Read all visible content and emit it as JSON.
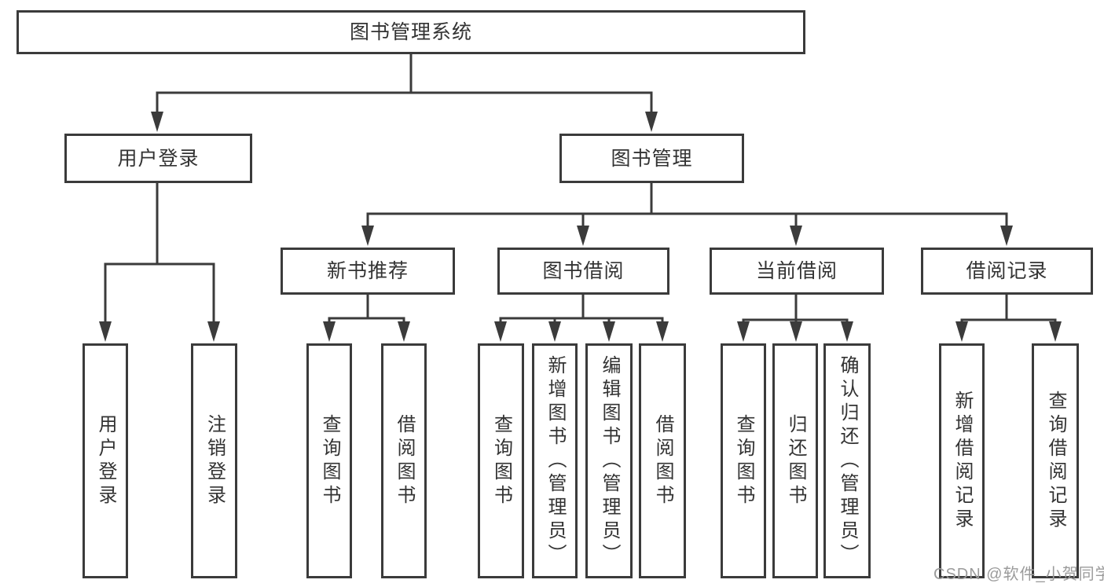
{
  "nodes": {
    "root": "图书管理系统",
    "user_login": "用户登录",
    "book_management": "图书管理",
    "new_book_recommend": "新书推荐",
    "book_borrow": "图书借阅",
    "current_borrow": "当前借阅",
    "borrow_records": "借阅记录",
    "leaf_user_login": "用户登录",
    "leaf_logout": "注销登录",
    "leaf_query_book_rec": "查询图书",
    "leaf_borrow_book_rec": "借阅图书",
    "leaf_query_book_borrow": "查询图书",
    "leaf_add_book_admin": "新增图书（管理员）",
    "leaf_edit_book_admin": "编辑图书（管理员）",
    "leaf_borrow_book_borrow": "借阅图书",
    "leaf_query_book_current": "查询图书",
    "leaf_return_book": "归还图书",
    "leaf_confirm_return_admin": "确认归还（管理员）",
    "leaf_add_borrow_record": "新增借阅记录",
    "leaf_query_borrow_record": "查询借阅记录"
  },
  "watermark": "CSDN @软件_小贺同学",
  "colors": {
    "line": "#3b3b3b",
    "text": "#333333",
    "watermark": "#9b9b9b",
    "background": "#ffffff"
  }
}
